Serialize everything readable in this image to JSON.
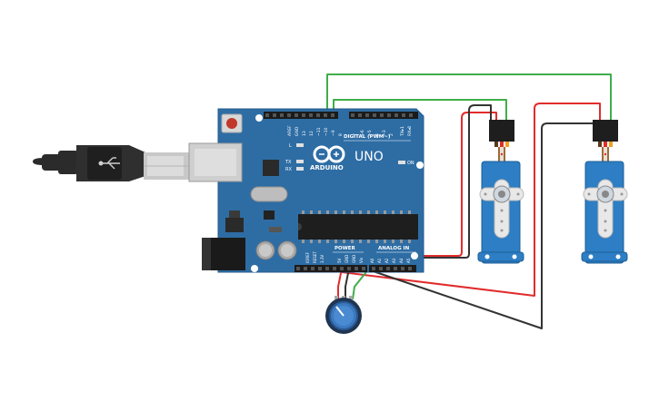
{
  "board": {
    "logo_word": "ARDUINO",
    "model": "UNO",
    "digital_header": "DIGITAL (PWM~)",
    "power_header": "POWER",
    "analog_header": "ANALOG IN",
    "on_label": "ON",
    "led_l": "L",
    "led_tx": "TX",
    "led_rx": "RX",
    "top_pins": [
      "AREF",
      "GND",
      "13",
      "12",
      "~11",
      "~10",
      "~9",
      "8",
      "7",
      "~6",
      "~5",
      "4",
      "~3",
      "2",
      "TX▸1",
      "RX◂0"
    ],
    "power_pins": [
      "IOREF",
      "RESET",
      "3.3V",
      "5V",
      "GND",
      "GND",
      "Vin"
    ],
    "analog_pins": [
      "A0",
      "A1",
      "A2",
      "A3",
      "A4",
      "A5"
    ]
  },
  "colors": {
    "board": "#2e6da4",
    "board_dark": "#1f4f7a",
    "servo": "#2d7ec4",
    "wire_red": "#e12c2c",
    "wire_black": "#333333",
    "wire_green": "#3fae49",
    "usb": "#2b2b2b"
  },
  "components": [
    "usb-cable",
    "arduino-uno",
    "potentiometer",
    "servo-1",
    "servo-2"
  ]
}
